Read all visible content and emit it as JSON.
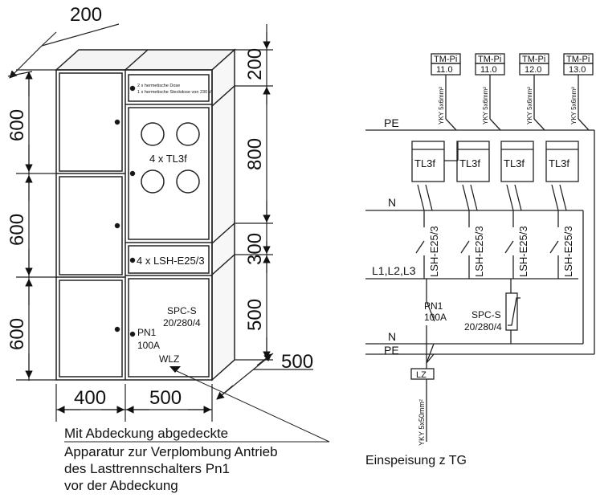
{
  "dims": {
    "depth_top": "200",
    "left_h1": "600",
    "left_h2": "600",
    "left_h3": "600",
    "right_h1": "200",
    "right_h2": "800",
    "right_h3": "300",
    "right_h4": "500",
    "depth_side": "500",
    "width_left": "400",
    "width_right": "500"
  },
  "cabinet": {
    "plate_line1": "2 x hermetische Dose",
    "plate_line2": "1 x hermetische Steckdose von 230 V",
    "tl3f_label": "4 x TL3f",
    "lsh_label": "4 x LSH-E25/3",
    "spc_label1": "SPC-S",
    "spc_label2": "20/280/4",
    "pn1_label1": "PN1",
    "pn1_label2": "100A",
    "wlz_label": "WLZ"
  },
  "note": {
    "line1": "Mit Abdeckung abgedeckte",
    "line2": "Apparatur zur Verplombung Antrieb",
    "line3": "des Lasttrennschalters Pn1",
    "line4": "vor der Abdeckung"
  },
  "schematic": {
    "outputs": [
      {
        "tag": "TM-Pi",
        "num": "11.0",
        "cable": "YKY 5x6mm²"
      },
      {
        "tag": "TM-Pi",
        "num": "11.0",
        "cable": "YKY 5x6mm²"
      },
      {
        "tag": "TM-Pi",
        "num": "12.0",
        "cable": "YKY 5x6mm²"
      },
      {
        "tag": "TM-Pi",
        "num": "13.0",
        "cable": "YKY 5x6mm²"
      }
    ],
    "pe_label": "PE",
    "n_label": "N",
    "tl3f": "TL3f",
    "lsh": "LSH-E25/3",
    "bus_label": "L1,L2,L3",
    "pn1_label1": "PN1",
    "pn1_label2": "100A",
    "spc_label1": "SPC-S",
    "spc_label2": "20/280/4",
    "n_label_low": "N",
    "pe_label_low": "PE",
    "lz_label": "LZ",
    "feed_cable": "YKY 5x50mm²",
    "caption": "Einspeisung z TG"
  }
}
